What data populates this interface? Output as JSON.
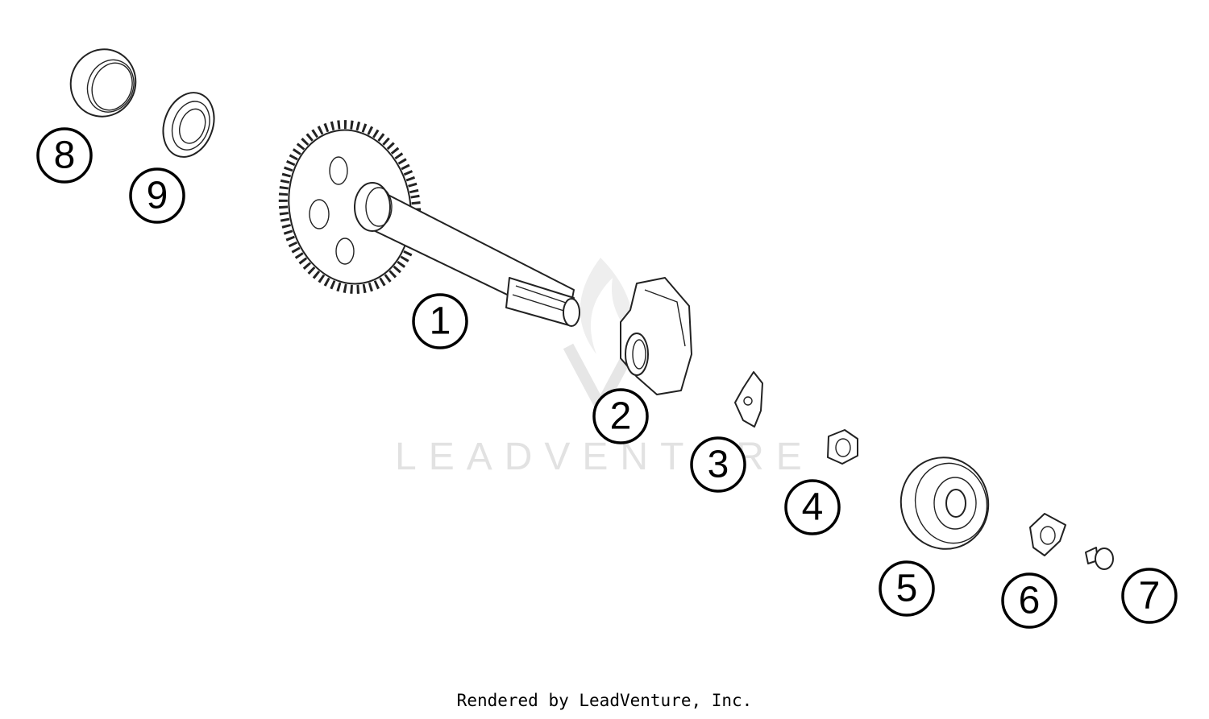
{
  "watermark": "LEADVENTURE",
  "callouts": [
    {
      "id": "1",
      "label": "1"
    },
    {
      "id": "2",
      "label": "2"
    },
    {
      "id": "3",
      "label": "3"
    },
    {
      "id": "4",
      "label": "4"
    },
    {
      "id": "5",
      "label": "5"
    },
    {
      "id": "6",
      "label": "6"
    },
    {
      "id": "7",
      "label": "7"
    },
    {
      "id": "8",
      "label": "8"
    },
    {
      "id": "9",
      "label": "9"
    }
  ],
  "footer": "Rendered by LeadVenture, Inc."
}
